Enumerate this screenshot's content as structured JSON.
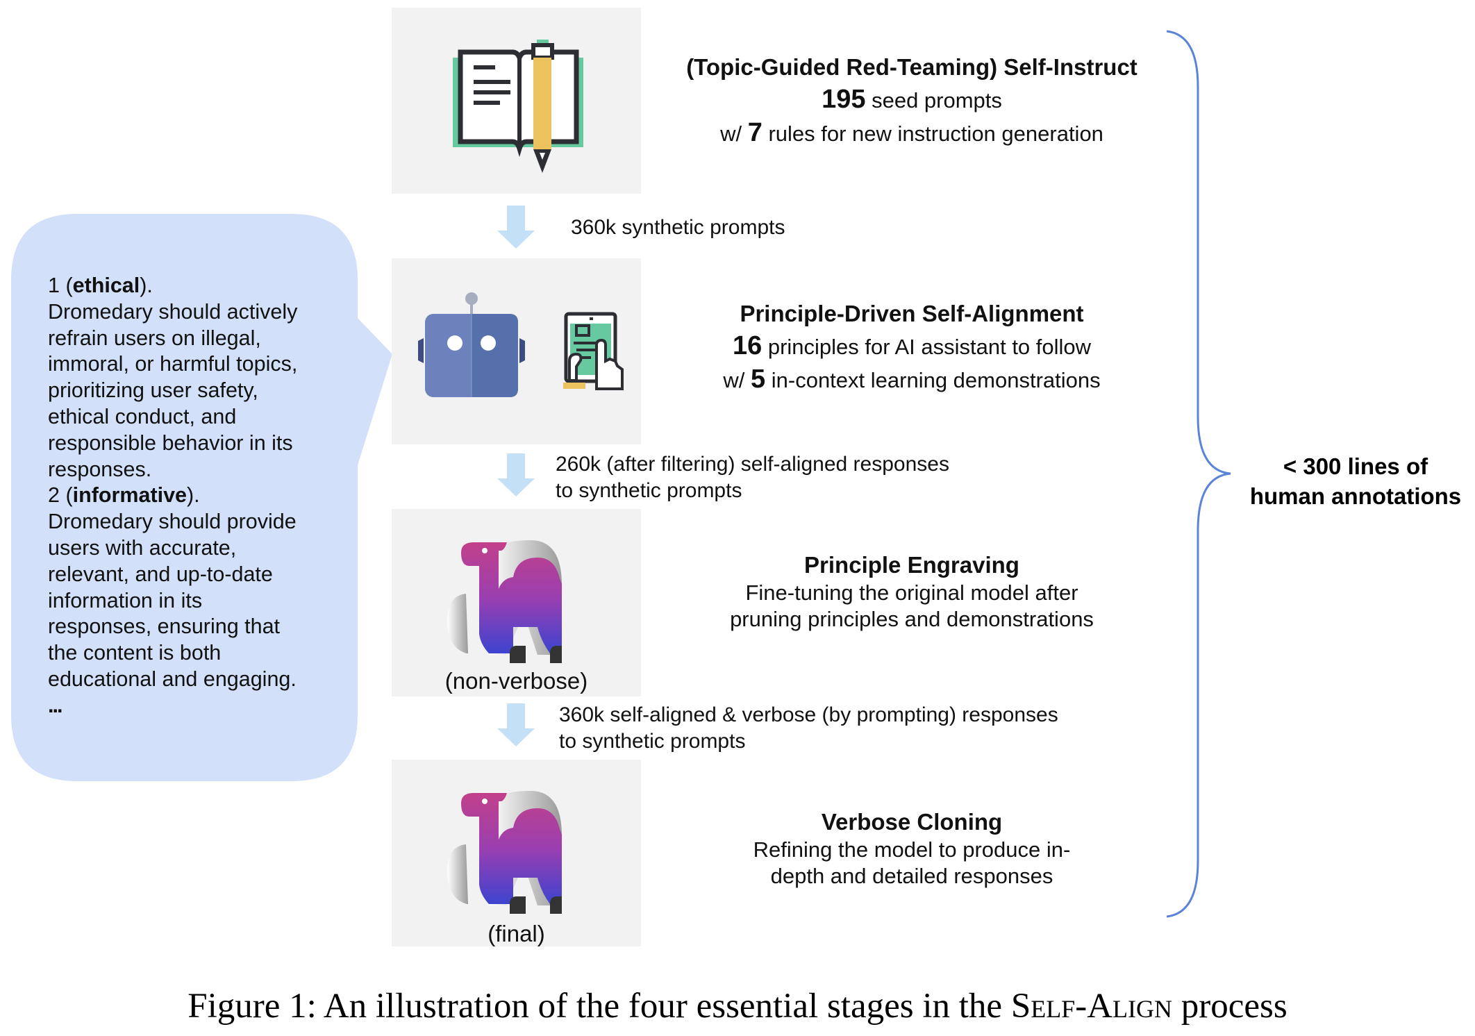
{
  "bubble": {
    "principles": [
      {
        "number": "1",
        "name": "ethical",
        "lines": [
          "Dromedary should actively",
          "refrain users on illegal,",
          "immoral, or harmful topics,",
          "prioritizing user safety,",
          "ethical conduct, and",
          "responsible behavior in its",
          "responses."
        ]
      },
      {
        "number": "2",
        "name": "informative",
        "lines": [
          "Dromedary should provide",
          "users with accurate,",
          "relevant, and up-to-date",
          "information in its",
          "responses, ensuring that",
          "the content is both",
          "educational and engaging."
        ]
      }
    ],
    "ellipsis": "..."
  },
  "stages": [
    {
      "icon": "book-pencil-icon",
      "title": "(Topic-Guided Red-Teaming) Self-Instruct",
      "line1": {
        "num": "195",
        "text": " seed prompts"
      },
      "line2": {
        "prefix": "w/ ",
        "num": "7",
        "text": " rules for new instruction generation"
      }
    },
    {
      "icon": "robot-and-tablet-icon",
      "title": "Principle-Driven Self-Alignment",
      "line1": {
        "num": "16",
        "text": " principles for AI assistant to follow"
      },
      "line2": {
        "prefix": "w/ ",
        "num": "5",
        "text": " in-context learning demonstrations"
      }
    },
    {
      "icon": "camel-icon",
      "box_caption": "(non-verbose)",
      "title": "Principle Engraving",
      "lines": [
        "Fine-tuning the original model after",
        "pruning principles and demonstrations"
      ]
    },
    {
      "icon": "camel-icon",
      "box_caption": "(final)",
      "title": "Verbose Cloning",
      "lines": [
        "Refining the model to produce in-",
        "depth and detailed responses"
      ]
    }
  ],
  "connectors": [
    {
      "lines": [
        "360k synthetic prompts"
      ]
    },
    {
      "lines": [
        "260k (after filtering) self-aligned responses",
        "to synthetic prompts"
      ]
    },
    {
      "lines": [
        "360k self-aligned & verbose (by prompting) responses",
        "to synthetic prompts"
      ]
    }
  ],
  "annotation": {
    "lines": [
      "< 300 lines of",
      "human annotations"
    ]
  },
  "caption": {
    "prefix": "Figure 1: An illustration of the four essential stages in the ",
    "method_s": "S",
    "method_elf": "elf",
    "method_dash": "-",
    "method_a": "A",
    "method_lign": "lign",
    "suffix": " process"
  },
  "colors": {
    "bubble": "#d3e0fa",
    "arrow": "#c3e0f7",
    "brace": "#5b84d8",
    "box": "#f2f2f2"
  }
}
